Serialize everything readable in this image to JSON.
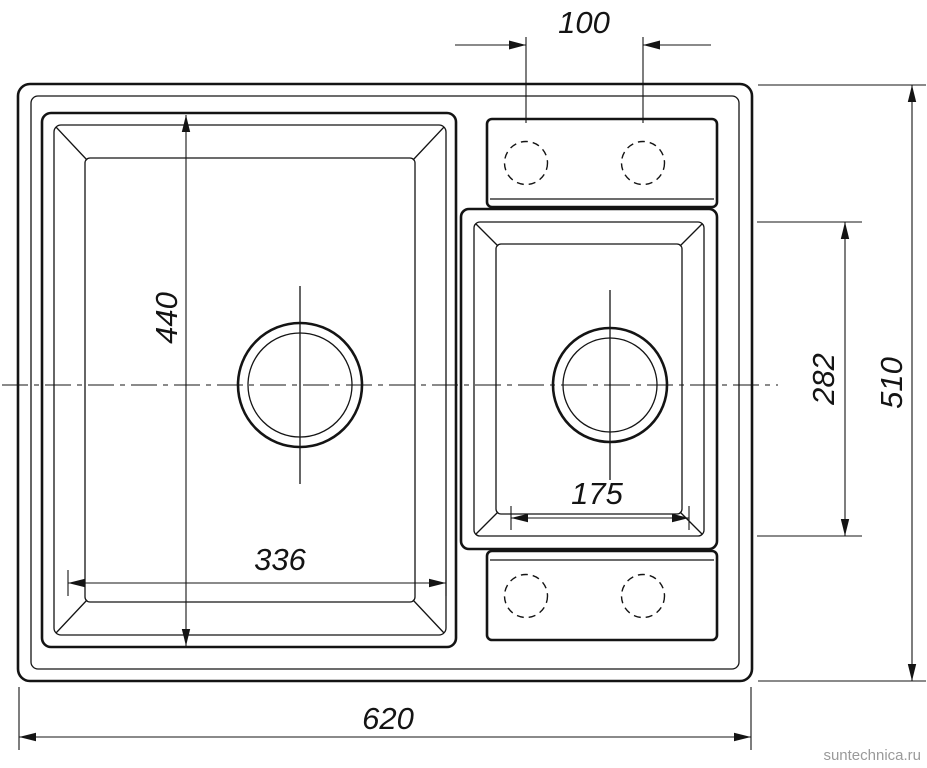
{
  "dims": {
    "tap_holes_spacing": "100",
    "main_bowl_length": "440",
    "main_bowl_width": "336",
    "small_bowl_width": "175",
    "small_bowl_length": "282",
    "overall_depth": "510",
    "overall_width": "620"
  },
  "watermark": "suntechnica.ru",
  "colors": {
    "line": "#141414",
    "watermark": "#9a9a9a"
  }
}
